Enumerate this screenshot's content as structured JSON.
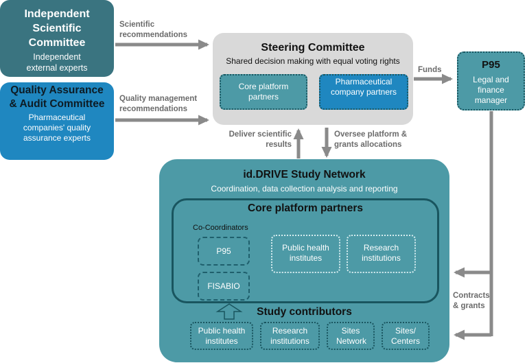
{
  "independent_committee": {
    "title": "Independent Scientific Committee",
    "subtitle": "Independent external experts"
  },
  "qa_committee": {
    "title": "Quality Assurance & Audit Committee",
    "subtitle": "Pharmaceutical companies' quality assurance experts"
  },
  "arrow_labels": {
    "scientific": "Scientific recommendations",
    "quality": "Quality management recommendations",
    "funds": "Funds",
    "deliver": "Deliver scientific results",
    "oversee": "Oversee platform & grants allocations",
    "contracts": "Contracts & grants"
  },
  "steering": {
    "title": "Steering Committee",
    "subtitle": "Shared decision making with equal voting rights",
    "core_partners": "Core platform partners",
    "pharma_partners": "Pharmaceutical company partners"
  },
  "p95_manager": {
    "title": "P95",
    "subtitle": "Legal and finance manager"
  },
  "network": {
    "title": "id.DRIVE Study Network",
    "subtitle": "Coordination, data collection analysis and reporting",
    "core_title": "Core platform partners",
    "co_coordinators_label": "Co-Coordinators",
    "coordinators": [
      "P95",
      "FISABIO"
    ],
    "core_members": [
      "Public health institutes",
      "Research institutions"
    ],
    "contributors_title": "Study contributors",
    "contributors": [
      "Public health institutes",
      "Research institutions",
      "Sites Network",
      "Sites/ Centers"
    ]
  }
}
